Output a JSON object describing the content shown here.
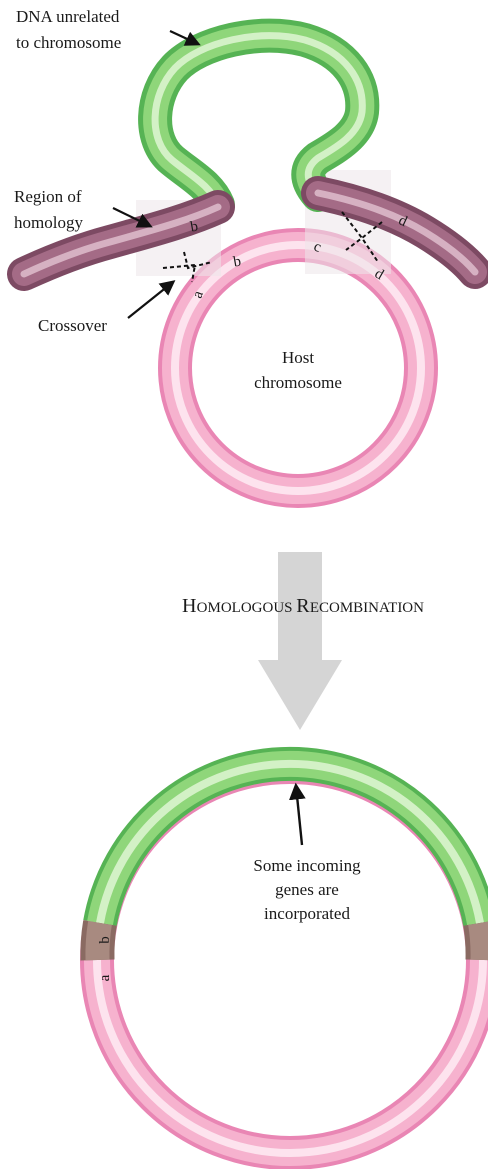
{
  "labels": {
    "dna_unrelated_line1": "DNA unrelated",
    "dna_unrelated_line2": "to chromosome",
    "region_line1": "Region of",
    "region_line2": "homology",
    "crossover": "Crossover",
    "host_line1": "Host",
    "host_line2": "chromosome",
    "process_cap1": "H",
    "process_rest1": "OMOLOGOUS ",
    "process_cap2": "R",
    "process_rest2": "ECOMBINATION",
    "incoming_line1": "Some incoming",
    "incoming_line2": "genes are",
    "incoming_line3": "incorporated"
  },
  "segments": {
    "a": "a",
    "b": "b",
    "c": "c",
    "d": "d"
  },
  "colors": {
    "foreign_dna": "#7fcf6e",
    "homology_region": "#a66a82",
    "host_chromosome": "#f3a9c8",
    "integrated_region": "#9c7a70",
    "process_arrow": "#d5d5d5",
    "pointer": "#111111"
  },
  "icons": {
    "process_arrow": "down-arrow-icon",
    "pointers": "pointer-arrow-icon"
  }
}
